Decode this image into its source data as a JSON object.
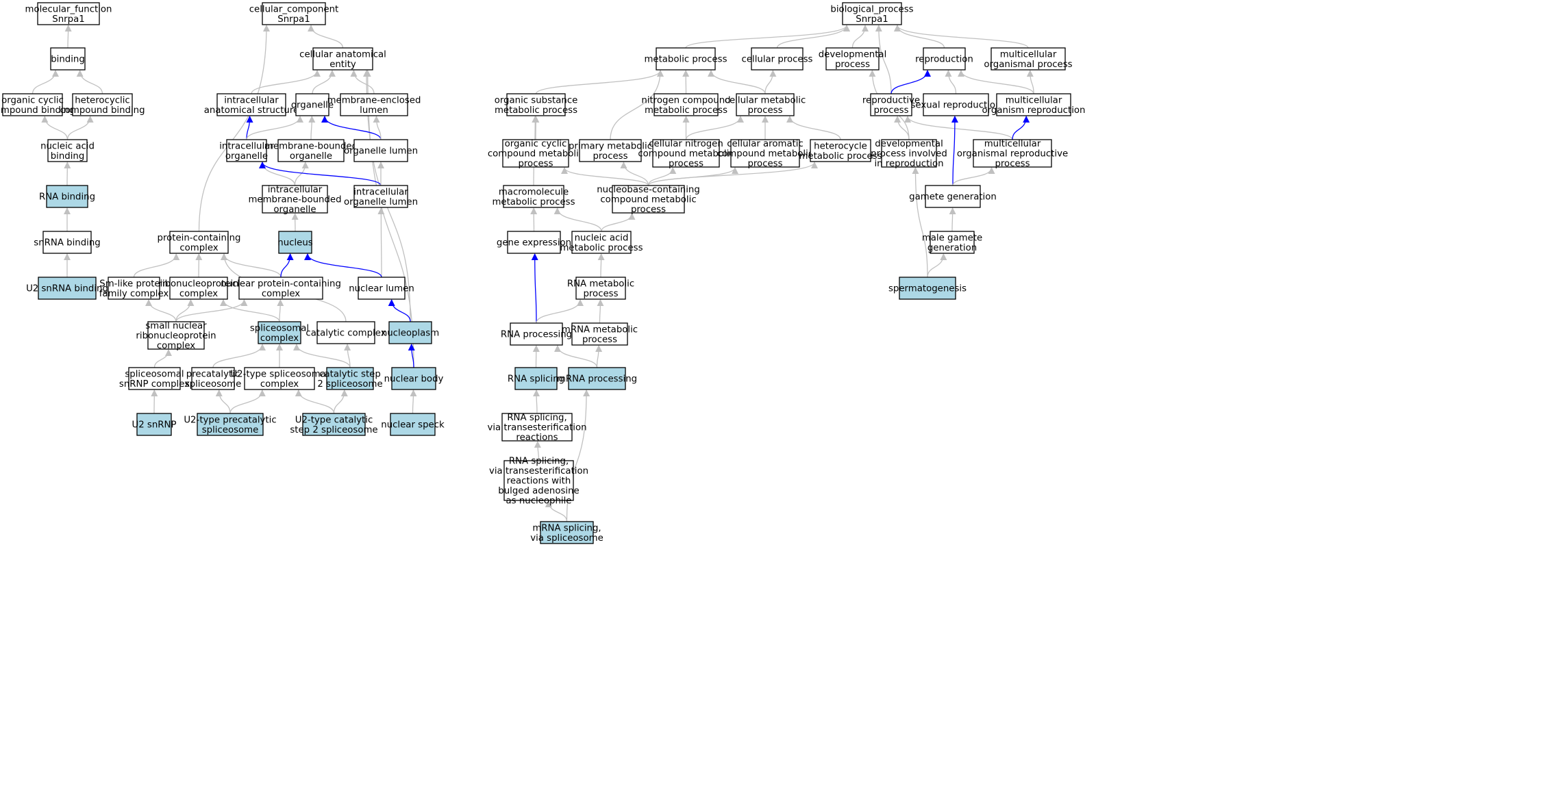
{
  "colors": {
    "highlight_fill": "#add8e6",
    "plain_fill": "#ffffff",
    "edge_gray": "#c0c0c0",
    "edge_blue": "#0000ff"
  },
  "nodes": [
    {
      "id": "mf",
      "lines": [
        "molecular_function",
        "Snrpa1"
      ],
      "highlight": false
    },
    {
      "id": "binding",
      "lines": [
        "binding"
      ],
      "highlight": false
    },
    {
      "id": "ocb",
      "lines": [
        "organic cyclic",
        "compound binding"
      ],
      "highlight": false
    },
    {
      "id": "hcb",
      "lines": [
        "heterocyclic",
        "compound binding"
      ],
      "highlight": false
    },
    {
      "id": "nab",
      "lines": [
        "nucleic acid",
        "binding"
      ],
      "highlight": false
    },
    {
      "id": "rnab",
      "lines": [
        "RNA binding"
      ],
      "highlight": true
    },
    {
      "id": "snrnab",
      "lines": [
        "snRNA binding"
      ],
      "highlight": false
    },
    {
      "id": "u2b",
      "lines": [
        "U2 snRNA binding"
      ],
      "highlight": true
    },
    {
      "id": "cc",
      "lines": [
        "cellular_component",
        "Snrpa1"
      ],
      "highlight": false
    },
    {
      "id": "cae",
      "lines": [
        "cellular anatomical",
        "entity"
      ],
      "highlight": false
    },
    {
      "id": "ias",
      "lines": [
        "intracellular",
        "anatomical structure"
      ],
      "highlight": false
    },
    {
      "id": "organelle",
      "lines": [
        "organelle"
      ],
      "highlight": false
    },
    {
      "id": "mel",
      "lines": [
        "membrane-enclosed",
        "lumen"
      ],
      "highlight": false
    },
    {
      "id": "io",
      "lines": [
        "intracellular",
        "organelle"
      ],
      "highlight": false
    },
    {
      "id": "mbo",
      "lines": [
        "membrane-bounded",
        "organelle"
      ],
      "highlight": false
    },
    {
      "id": "ol",
      "lines": [
        "organelle lumen"
      ],
      "highlight": false
    },
    {
      "id": "imbo",
      "lines": [
        "intracellular",
        "membrane-bounded",
        "organelle"
      ],
      "highlight": false
    },
    {
      "id": "iol",
      "lines": [
        "intracellular",
        "organelle lumen"
      ],
      "highlight": false
    },
    {
      "id": "pcc",
      "lines": [
        "protein-containing",
        "complex"
      ],
      "highlight": false
    },
    {
      "id": "nucleus",
      "lines": [
        "nucleus"
      ],
      "highlight": true
    },
    {
      "id": "smlike",
      "lines": [
        "Sm-like protein",
        "family complex"
      ],
      "highlight": false
    },
    {
      "id": "rnp",
      "lines": [
        "ribonucleoprotein",
        "complex"
      ],
      "highlight": false
    },
    {
      "id": "npcc",
      "lines": [
        "nuclear protein-containing",
        "complex"
      ],
      "highlight": false
    },
    {
      "id": "nl",
      "lines": [
        "nuclear lumen"
      ],
      "highlight": false
    },
    {
      "id": "snrnp",
      "lines": [
        "small nuclear",
        "ribonucleoprotein",
        "complex"
      ],
      "highlight": false
    },
    {
      "id": "spc",
      "lines": [
        "spliceosomal",
        "complex"
      ],
      "highlight": true
    },
    {
      "id": "catc",
      "lines": [
        "catalytic complex"
      ],
      "highlight": false
    },
    {
      "id": "nucleoplasm",
      "lines": [
        "nucleoplasm"
      ],
      "highlight": true
    },
    {
      "id": "ssnrnp",
      "lines": [
        "spliceosomal",
        "snRNP complex"
      ],
      "highlight": false
    },
    {
      "id": "precat",
      "lines": [
        "precatalytic",
        "spliceosome"
      ],
      "highlight": false
    },
    {
      "id": "u2sc",
      "lines": [
        "U2-type spliceosomal",
        "complex"
      ],
      "highlight": false
    },
    {
      "id": "cat2",
      "lines": [
        "catalytic step",
        "2 spliceosome"
      ],
      "highlight": true
    },
    {
      "id": "nbody",
      "lines": [
        "nuclear body"
      ],
      "highlight": true
    },
    {
      "id": "u2snrnp",
      "lines": [
        "U2 snRNP"
      ],
      "highlight": true
    },
    {
      "id": "u2pre",
      "lines": [
        "U2-type precatalytic",
        "spliceosome"
      ],
      "highlight": true
    },
    {
      "id": "u2cat",
      "lines": [
        "U2-type catalytic",
        "step 2 spliceosome"
      ],
      "highlight": true
    },
    {
      "id": "nspeck",
      "lines": [
        "nuclear speck"
      ],
      "highlight": true
    },
    {
      "id": "bp",
      "lines": [
        "biological_process",
        "Snrpa1"
      ],
      "highlight": false
    },
    {
      "id": "metp",
      "lines": [
        "metabolic process"
      ],
      "highlight": false
    },
    {
      "id": "cellp",
      "lines": [
        "cellular process"
      ],
      "highlight": false
    },
    {
      "id": "devp",
      "lines": [
        "developmental",
        "process"
      ],
      "highlight": false
    },
    {
      "id": "repro",
      "lines": [
        "reproduction"
      ],
      "highlight": false
    },
    {
      "id": "mcop",
      "lines": [
        "multicellular",
        "organismal process"
      ],
      "highlight": false
    },
    {
      "id": "osmp",
      "lines": [
        "organic substance",
        "metabolic process"
      ],
      "highlight": false
    },
    {
      "id": "ncmp",
      "lines": [
        "nitrogen compound",
        "metabolic process"
      ],
      "highlight": false
    },
    {
      "id": "cmp",
      "lines": [
        "cellular metabolic",
        "process"
      ],
      "highlight": false
    },
    {
      "id": "rp",
      "lines": [
        "reproductive",
        "process"
      ],
      "highlight": false
    },
    {
      "id": "sr",
      "lines": [
        "sexual reproduction"
      ],
      "highlight": false
    },
    {
      "id": "mor",
      "lines": [
        "multicellular",
        "organism reproduction"
      ],
      "highlight": false
    },
    {
      "id": "occmp",
      "lines": [
        "organic cyclic",
        "compound metabolic",
        "process"
      ],
      "highlight": false
    },
    {
      "id": "pmp",
      "lines": [
        "primary metabolic",
        "process"
      ],
      "highlight": false
    },
    {
      "id": "cncmp",
      "lines": [
        "cellular nitrogen",
        "compound metabolic",
        "process"
      ],
      "highlight": false
    },
    {
      "id": "cacmp",
      "lines": [
        "cellular aromatic",
        "compound metabolic",
        "process"
      ],
      "highlight": false
    },
    {
      "id": "hmp",
      "lines": [
        "heterocycle",
        "metabolic process"
      ],
      "highlight": false
    },
    {
      "id": "dpir",
      "lines": [
        "developmental",
        "process involved",
        "in reproduction"
      ],
      "highlight": false
    },
    {
      "id": "morp",
      "lines": [
        "multicellular",
        "organismal reproductive",
        "process"
      ],
      "highlight": false
    },
    {
      "id": "mmp",
      "lines": [
        "macromolecule",
        "metabolic process"
      ],
      "highlight": false
    },
    {
      "id": "nbccmp",
      "lines": [
        "nucleobase-containing",
        "compound metabolic",
        "process"
      ],
      "highlight": false
    },
    {
      "id": "gg",
      "lines": [
        "gamete generation"
      ],
      "highlight": false
    },
    {
      "id": "ge",
      "lines": [
        "gene expression"
      ],
      "highlight": false
    },
    {
      "id": "namp",
      "lines": [
        "nucleic acid",
        "metabolic process"
      ],
      "highlight": false
    },
    {
      "id": "mgg",
      "lines": [
        "male gamete",
        "generation"
      ],
      "highlight": false
    },
    {
      "id": "rmp",
      "lines": [
        "RNA metabolic",
        "process"
      ],
      "highlight": false
    },
    {
      "id": "sperm",
      "lines": [
        "spermatogenesis"
      ],
      "highlight": true
    },
    {
      "id": "rnaproc",
      "lines": [
        "RNA processing"
      ],
      "highlight": false
    },
    {
      "id": "mrmp",
      "lines": [
        "mRNA metabolic",
        "process"
      ],
      "highlight": false
    },
    {
      "id": "rnasplice",
      "lines": [
        "RNA splicing"
      ],
      "highlight": true
    },
    {
      "id": "mrnaproc",
      "lines": [
        "mRNA processing"
      ],
      "highlight": true
    },
    {
      "id": "rsvt",
      "lines": [
        "RNA splicing,",
        "via transesterification",
        "reactions"
      ],
      "highlight": false
    },
    {
      "id": "rsvtb",
      "lines": [
        "RNA splicing,",
        "via transesterification",
        "reactions with",
        "bulged adenosine",
        "as nucleophile"
      ],
      "highlight": false
    },
    {
      "id": "mrsvs",
      "lines": [
        "mRNA splicing,",
        "via spliceosome"
      ],
      "highlight": true
    }
  ],
  "edges": [
    {
      "from": "binding",
      "to": "mf",
      "color": "gray"
    },
    {
      "from": "ocb",
      "to": "binding",
      "color": "gray"
    },
    {
      "from": "hcb",
      "to": "binding",
      "color": "gray"
    },
    {
      "from": "nab",
      "to": "ocb",
      "color": "gray"
    },
    {
      "from": "nab",
      "to": "hcb",
      "color": "gray"
    },
    {
      "from": "rnab",
      "to": "nab",
      "color": "gray"
    },
    {
      "from": "snrnab",
      "to": "rnab",
      "color": "gray"
    },
    {
      "from": "u2b",
      "to": "snrnab",
      "color": "gray"
    },
    {
      "from": "cae",
      "to": "cc",
      "color": "gray"
    },
    {
      "from": "pcc",
      "to": "cc",
      "color": "gray"
    },
    {
      "from": "ias",
      "to": "cae",
      "color": "gray"
    },
    {
      "from": "organelle",
      "to": "cae",
      "color": "gray"
    },
    {
      "from": "mel",
      "to": "cae",
      "color": "gray"
    },
    {
      "from": "nucleoplasm",
      "to": "cae",
      "color": "gray"
    },
    {
      "from": "nbody",
      "to": "cae",
      "color": "gray"
    },
    {
      "from": "io",
      "to": "ias",
      "color": "blue"
    },
    {
      "from": "io",
      "to": "organelle",
      "color": "gray"
    },
    {
      "from": "mbo",
      "to": "organelle",
      "color": "gray"
    },
    {
      "from": "ol",
      "to": "organelle",
      "color": "blue"
    },
    {
      "from": "ol",
      "to": "mel",
      "color": "gray"
    },
    {
      "from": "imbo",
      "to": "io",
      "color": "gray"
    },
    {
      "from": "imbo",
      "to": "mbo",
      "color": "gray"
    },
    {
      "from": "iol",
      "to": "io",
      "color": "blue"
    },
    {
      "from": "iol",
      "to": "ol",
      "color": "gray"
    },
    {
      "from": "nucleus",
      "to": "imbo",
      "color": "gray"
    },
    {
      "from": "nl",
      "to": "iol",
      "color": "gray"
    },
    {
      "from": "nl",
      "to": "nucleus",
      "color": "blue"
    },
    {
      "from": "smlike",
      "to": "pcc",
      "color": "gray"
    },
    {
      "from": "rnp",
      "to": "pcc",
      "color": "gray"
    },
    {
      "from": "npcc",
      "to": "pcc",
      "color": "gray"
    },
    {
      "from": "catc",
      "to": "pcc",
      "color": "gray"
    },
    {
      "from": "npcc",
      "to": "nucleus",
      "color": "blue"
    },
    {
      "from": "snrnp",
      "to": "smlike",
      "color": "gray"
    },
    {
      "from": "snrnp",
      "to": "rnp",
      "color": "gray"
    },
    {
      "from": "snrnp",
      "to": "npcc",
      "color": "gray"
    },
    {
      "from": "spc",
      "to": "rnp",
      "color": "gray"
    },
    {
      "from": "spc",
      "to": "npcc",
      "color": "gray"
    },
    {
      "from": "nucleoplasm",
      "to": "nl",
      "color": "blue"
    },
    {
      "from": "ssnrnp",
      "to": "snrnp",
      "color": "gray"
    },
    {
      "from": "precat",
      "to": "spc",
      "color": "gray"
    },
    {
      "from": "u2sc",
      "to": "spc",
      "color": "gray"
    },
    {
      "from": "cat2",
      "to": "spc",
      "color": "gray"
    },
    {
      "from": "cat2",
      "to": "catc",
      "color": "gray"
    },
    {
      "from": "nbody",
      "to": "nucleoplasm",
      "color": "blue"
    },
    {
      "from": "u2snrnp",
      "to": "ssnrnp",
      "color": "gray"
    },
    {
      "from": "u2pre",
      "to": "precat",
      "color": "gray"
    },
    {
      "from": "u2pre",
      "to": "u2sc",
      "color": "gray"
    },
    {
      "from": "u2cat",
      "to": "u2sc",
      "color": "gray"
    },
    {
      "from": "u2cat",
      "to": "cat2",
      "color": "gray"
    },
    {
      "from": "nspeck",
      "to": "nbody",
      "color": "gray"
    },
    {
      "from": "metp",
      "to": "bp",
      "color": "gray"
    },
    {
      "from": "cellp",
      "to": "bp",
      "color": "gray"
    },
    {
      "from": "devp",
      "to": "bp",
      "color": "gray"
    },
    {
      "from": "repro",
      "to": "bp",
      "color": "gray"
    },
    {
      "from": "mcop",
      "to": "bp",
      "color": "gray"
    },
    {
      "from": "rp",
      "to": "bp",
      "color": "gray"
    },
    {
      "from": "osmp",
      "to": "metp",
      "color": "gray"
    },
    {
      "from": "ncmp",
      "to": "metp",
      "color": "gray"
    },
    {
      "from": "cmp",
      "to": "metp",
      "color": "gray"
    },
    {
      "from": "pmp",
      "to": "metp",
      "color": "gray"
    },
    {
      "from": "cmp",
      "to": "cellp",
      "color": "gray"
    },
    {
      "from": "rp",
      "to": "repro",
      "color": "blue"
    },
    {
      "from": "sr",
      "to": "repro",
      "color": "gray"
    },
    {
      "from": "mor",
      "to": "repro",
      "color": "gray"
    },
    {
      "from": "mor",
      "to": "mcop",
      "color": "gray"
    },
    {
      "from": "occmp",
      "to": "osmp",
      "color": "gray"
    },
    {
      "from": "mmp",
      "to": "osmp",
      "color": "gray"
    },
    {
      "from": "cncmp",
      "to": "ncmp",
      "color": "gray"
    },
    {
      "from": "cncmp",
      "to": "cmp",
      "color": "gray"
    },
    {
      "from": "cacmp",
      "to": "cmp",
      "color": "gray"
    },
    {
      "from": "hmp",
      "to": "cmp",
      "color": "gray"
    },
    {
      "from": "dpir",
      "to": "devp",
      "color": "gray"
    },
    {
      "from": "dpir",
      "to": "rp",
      "color": "gray"
    },
    {
      "from": "morp",
      "to": "rp",
      "color": "gray"
    },
    {
      "from": "morp",
      "to": "mor",
      "color": "blue"
    },
    {
      "from": "nbccmp",
      "to": "occmp",
      "color": "gray"
    },
    {
      "from": "nbccmp",
      "to": "pmp",
      "color": "gray"
    },
    {
      "from": "nbccmp",
      "to": "cncmp",
      "color": "gray"
    },
    {
      "from": "nbccmp",
      "to": "cacmp",
      "color": "gray"
    },
    {
      "from": "nbccmp",
      "to": "hmp",
      "color": "gray"
    },
    {
      "from": "gg",
      "to": "sr",
      "color": "blue"
    },
    {
      "from": "gg",
      "to": "morp",
      "color": "gray"
    },
    {
      "from": "ge",
      "to": "mmp",
      "color": "gray"
    },
    {
      "from": "namp",
      "to": "mmp",
      "color": "gray"
    },
    {
      "from": "namp",
      "to": "nbccmp",
      "color": "gray"
    },
    {
      "from": "mgg",
      "to": "gg",
      "color": "gray"
    },
    {
      "from": "rmp",
      "to": "namp",
      "color": "gray"
    },
    {
      "from": "sperm",
      "to": "dpir",
      "color": "gray"
    },
    {
      "from": "sperm",
      "to": "mgg",
      "color": "gray"
    },
    {
      "from": "rnaproc",
      "to": "ge",
      "color": "blue"
    },
    {
      "from": "rnaproc",
      "to": "rmp",
      "color": "gray"
    },
    {
      "from": "mrmp",
      "to": "rmp",
      "color": "gray"
    },
    {
      "from": "rnasplice",
      "to": "rnaproc",
      "color": "gray"
    },
    {
      "from": "mrnaproc",
      "to": "rnaproc",
      "color": "gray"
    },
    {
      "from": "mrnaproc",
      "to": "mrmp",
      "color": "gray"
    },
    {
      "from": "rsvt",
      "to": "rnasplice",
      "color": "gray"
    },
    {
      "from": "rsvtb",
      "to": "rsvt",
      "color": "gray"
    },
    {
      "from": "mrsvs",
      "to": "rsvtb",
      "color": "gray"
    },
    {
      "from": "mrsvs",
      "to": "mrnaproc",
      "color": "gray"
    }
  ]
}
